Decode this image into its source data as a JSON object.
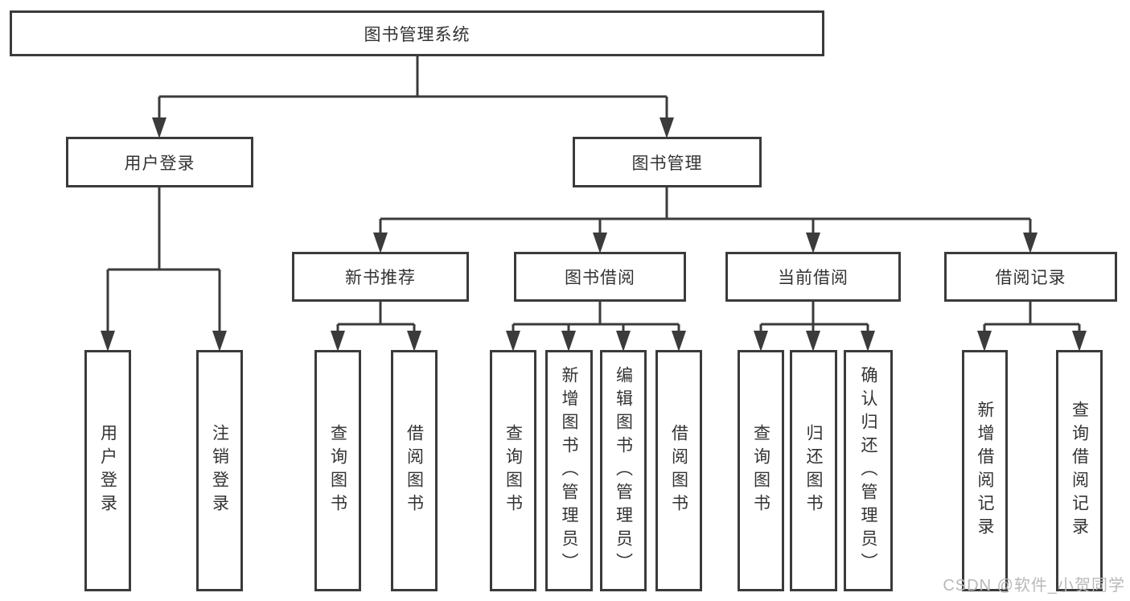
{
  "diagram": {
    "root": {
      "label": "图书管理系统",
      "children": [
        {
          "label": "用户登录",
          "children": [
            {
              "label": "用户登录"
            },
            {
              "label": "注销登录"
            }
          ]
        },
        {
          "label": "图书管理",
          "children": [
            {
              "label": "新书推荐",
              "children": [
                {
                  "label": "查询图书"
                },
                {
                  "label": "借阅图书"
                }
              ]
            },
            {
              "label": "图书借阅",
              "children": [
                {
                  "label": "查询图书"
                },
                {
                  "label": "新增图书（管理员）"
                },
                {
                  "label": "编辑图书（管理员）"
                },
                {
                  "label": "借阅图书"
                }
              ]
            },
            {
              "label": "当前借阅",
              "children": [
                {
                  "label": "查询图书"
                },
                {
                  "label": "归还图书"
                },
                {
                  "label": "确认归还（管理员）"
                }
              ]
            },
            {
              "label": "借阅记录",
              "children": [
                {
                  "label": "新增借阅记录"
                },
                {
                  "label": "查询借阅记录"
                }
              ]
            }
          ]
        }
      ]
    },
    "watermark": "CSDN @软件_小贺同学",
    "colors": {
      "line": "#3b3b3b",
      "text": "#333333",
      "watermark": "#b9b9b9",
      "background": "#ffffff"
    }
  }
}
